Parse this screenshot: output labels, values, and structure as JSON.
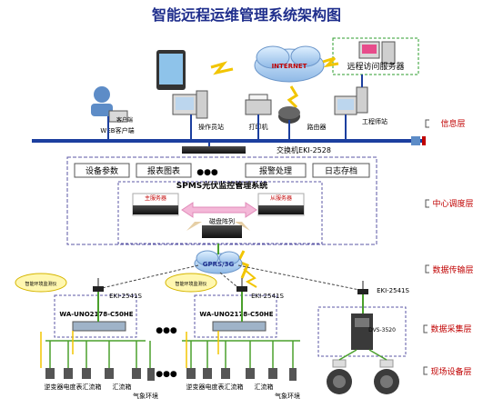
{
  "title": "智能远程运维管理系统架构图",
  "top": {
    "internet_label": "INTERNET",
    "remote_server_label": "远程访问服务器",
    "client_label": "客户端",
    "web_client_label": "WEB客户端",
    "workstation_label": "操作员站",
    "printer_label": "打印机",
    "router_label": "路由器",
    "engineer_label": "工程师站",
    "switch_label": "交换机EKI-2528"
  },
  "layers": {
    "info": "信息层",
    "center": "中心调度层",
    "transport": "数据传输层",
    "collect": "数据采集层",
    "field": "现场设备层"
  },
  "center": {
    "modules": [
      "设备参数",
      "报表图表",
      "报警处理",
      "日志存档"
    ],
    "ellipsis": "●●●",
    "system_title": "SPMS光伏监控管理系统",
    "main_server": "主服务器",
    "backup_server": "从服务器",
    "disk_array": "磁盘阵列"
  },
  "transport": {
    "cloud_label": "GPRS/3G",
    "gateway_left": "EKI-2541S",
    "gateway_mid": "EKI-2541S",
    "gateway_right": "EKI-2541S"
  },
  "collect": {
    "bubble_left": "智能环境监测仪",
    "bubble_mid": "智能环境监测仪",
    "uno_left": "WA-UNO2178-C50HE",
    "uno_mid": "WA-UNO2178-C50HE",
    "dvs": "DVS-3520",
    "ellipsis": "●●●"
  },
  "field": {
    "devices_left": "逆变器电度表汇流箱",
    "devices_left_extra": "汇流箱",
    "weather_left": "气象环境",
    "devices_mid": "逆变器电度表汇流箱",
    "devices_mid_extra": "汇流箱",
    "weather_mid": "气象环境"
  },
  "colors": {
    "title": "#1f2e8c",
    "layer_label": "#c00000",
    "dashed_border": "#5b57a6",
    "network_line": "#1c3f9f",
    "data_line": "#4aa02c",
    "yellow_line": "#f2c500"
  }
}
